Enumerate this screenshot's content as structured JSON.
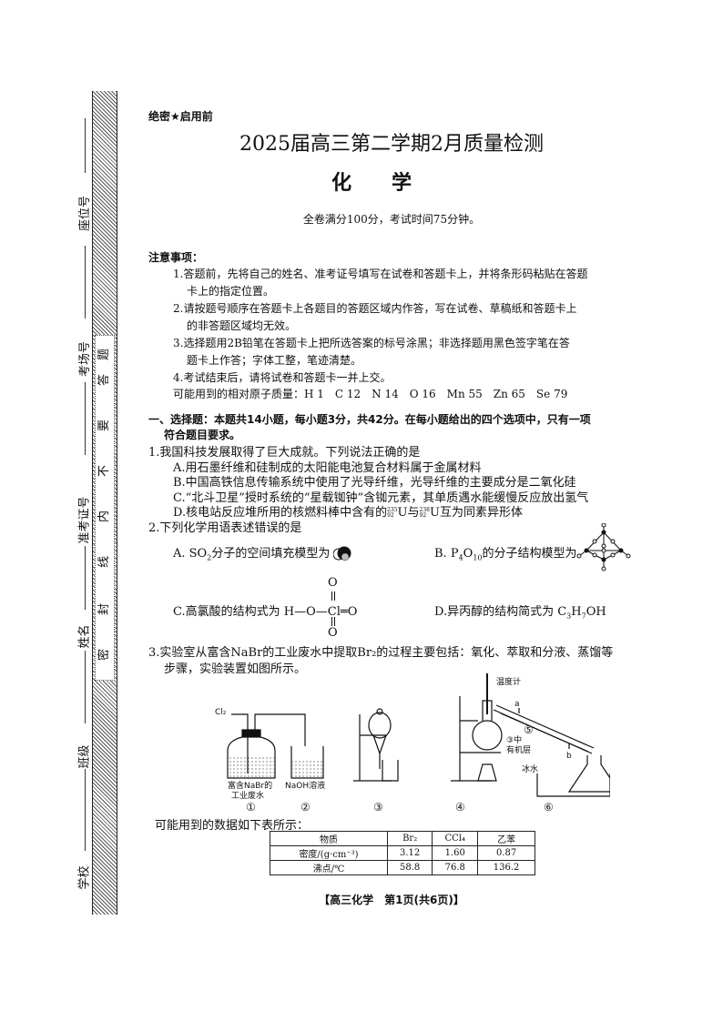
{
  "header": {
    "secret_label": "绝密★启用前",
    "title": "2025届高三第二学期2月质量检测",
    "subject": "化学",
    "score_info": "全卷满分100分，考试时间75分钟。"
  },
  "binding_strip": {
    "labels": [
      "座位号",
      "考场号",
      "准考证号",
      "姓名",
      "班级",
      "学校"
    ],
    "seal_text": [
      "密",
      "封",
      "线",
      "内",
      "不",
      "要",
      "答",
      "题"
    ]
  },
  "notes": {
    "heading": "注意事项：",
    "items": [
      "1.答题前，先将自己的姓名、准考证号填写在试卷和答题卡上，并将条形码粘贴在答题",
      "卡上的指定位置。",
      "2.请按题号顺序在答题卡上各题目的答题区域内作答，写在试卷、草稿纸和答题卡上",
      "的非答题区域均无效。",
      "3.选择题用2B铅笔在答题卡上把所选答案的标号涂黑；非选择题用黑色签字笔在答",
      "题卡上作答；字体工整，笔迹清楚。",
      "4.考试结束后，请将试卷和答题卡一并上交。"
    ],
    "atomic_masses": "可能用到的相对原子质量：H 1　C 12　N 14　O 16　Mn 55　Zn 65　Se 79"
  },
  "section1": {
    "heading_line1": "一、选择题：本题共14小题，每小题3分，共42分。在每小题给出的四个选项中，只有一项",
    "heading_line2": "符合题目要求。"
  },
  "q1": {
    "stem": "1.我国科技发展取得了巨大成就。下列说法正确的是",
    "a": "A.用石墨纤维和硅制成的太阳能电池复合材料属于金属材料",
    "b": "B.中国高铁信息传输系统中使用了光导纤维，光导纤维的主要成分是二氧化硅",
    "c": "C.“北斗卫星”授时系统的“星载铷钟”含铷元素，其单质遇水能缓慢反应放出氢气",
    "d_pre": "D.核电站反应堆所用的核燃料棒中含有的",
    "d_iso1_mass": "235",
    "d_iso1_z": "92",
    "d_el": "U",
    "d_mid": "与",
    "d_iso2_mass": "238",
    "d_iso2_z": "92",
    "d_post": "互为同素异形体"
  },
  "q2": {
    "stem": "2.下列化学用语表述错误的是",
    "a_pre": "A. SO",
    "a_sub": "2",
    "a_post": "分子的空间填充模型为",
    "b_pre": "B. P",
    "b_sub1": "4",
    "b_mid": "O",
    "b_sub2": "10",
    "b_post": "的分子结构模型为",
    "c_pre": "C.高氯酸的结构式为",
    "c_formula": "H—O—Cl═O",
    "c_o": "O",
    "d_pre": "D.异丙醇的结构简式为 C",
    "d_sub1": "3",
    "d_mid": "H",
    "d_sub2": "7",
    "d_post": "OH"
  },
  "q3": {
    "stem_line1": "3.实验室从富含NaBr的工业废水中提取Br₂的过程主要包括：氧化、萃取和分液、蒸馏等",
    "stem_line2": "步骤，实验装置如图所示。",
    "figure": {
      "cl2": "Cl₂",
      "bottle_label_1": "富含NaBr的",
      "bottle_label_2": "工业废水",
      "naoh": "NaOH溶液",
      "thermometer": "温度计",
      "organic_1": "③中",
      "organic_2": "有机层",
      "ice_water": "冰水",
      "a": "a",
      "b": "b",
      "numbers": [
        "①",
        "②",
        "③",
        "④",
        "⑤",
        "⑥"
      ]
    },
    "table_intro": "可能用到的数据如下表所示：",
    "table": {
      "headers": [
        "物质",
        "Br₂",
        "CCl₄",
        "乙苯"
      ],
      "rows": [
        [
          "密度/(g·cm⁻³)",
          "3.12",
          "1.60",
          "0.87"
        ],
        [
          "沸点/℃",
          "58.8",
          "76.8",
          "136.2"
        ]
      ]
    }
  },
  "footer": "【高三化学　第1页(共6页)】"
}
